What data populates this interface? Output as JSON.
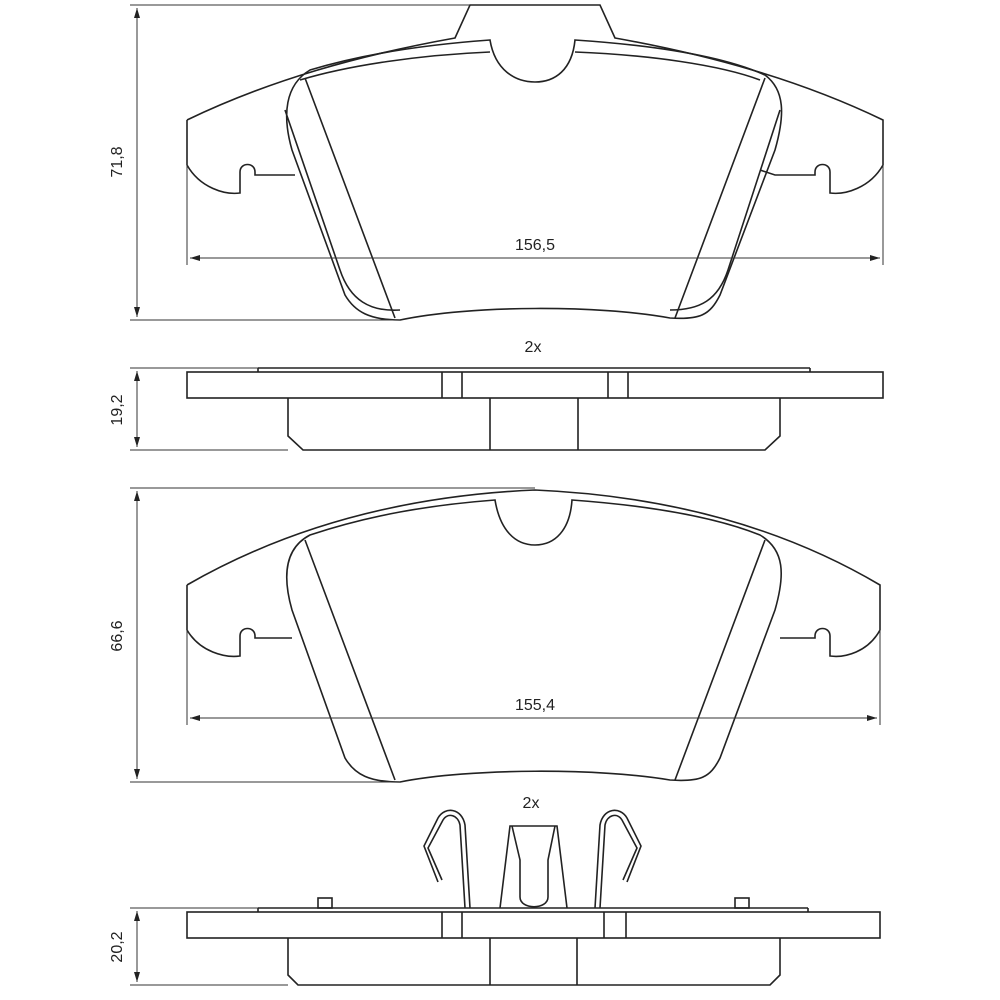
{
  "dimensions": {
    "pad1_height": "71,8",
    "pad1_width": "156,5",
    "pad1_qty": "2x",
    "pad1_thickness": "19,2",
    "pad2_height": "66,6",
    "pad2_width": "155,4",
    "pad2_qty": "2x",
    "pad2_thickness": "20,2"
  },
  "colors": {
    "line": "#222222",
    "background": "#ffffff"
  }
}
